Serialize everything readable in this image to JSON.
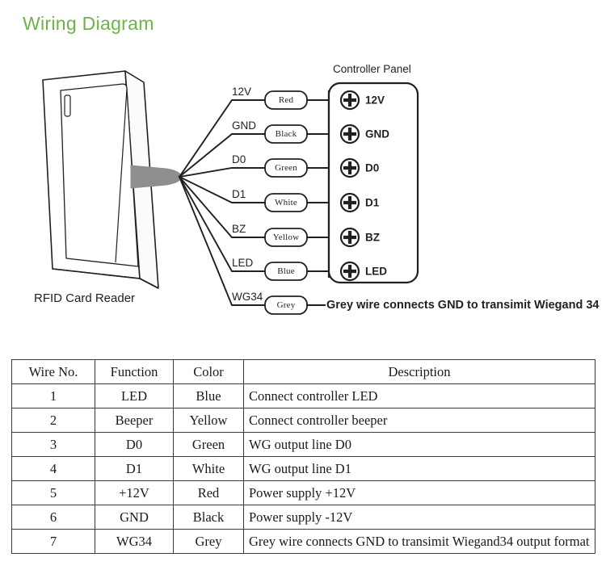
{
  "title": "Wiring Diagram",
  "diagram": {
    "reader_caption": "RFID Card Reader",
    "panel_title": "Controller Panel",
    "grey_note": "Grey wire connects GND to transimit Wiegand 34",
    "wires": [
      {
        "signal": "12V",
        "color_label": "Red",
        "terminal": "12V",
        "hex": "#d0021b"
      },
      {
        "signal": "GND",
        "color_label": "Black",
        "terminal": "GND",
        "hex": "#1a1a1a"
      },
      {
        "signal": "D0",
        "color_label": "Green",
        "terminal": "D0",
        "hex": "#2e9b3e"
      },
      {
        "signal": "D1",
        "color_label": "White",
        "terminal": "D1",
        "hex": "#ffffff"
      },
      {
        "signal": "BZ",
        "color_label": "Yellow",
        "terminal": "BZ",
        "hex": "#f2c200"
      },
      {
        "signal": "LED",
        "color_label": "Blue",
        "terminal": "LED",
        "hex": "#1f5fbf"
      },
      {
        "signal": "WG34",
        "color_label": "Grey",
        "terminal": "",
        "hex": "#9b9b9b"
      }
    ]
  },
  "table": {
    "headers": [
      "Wire No.",
      "Function",
      "Color",
      "Description"
    ],
    "rows": [
      {
        "no": "1",
        "function": "LED",
        "color": "Blue",
        "description": "Connect controller LED"
      },
      {
        "no": "2",
        "function": "Beeper",
        "color": "Yellow",
        "description": "Connect controller beeper"
      },
      {
        "no": "3",
        "function": "D0",
        "color": "Green",
        "description": "WG output line D0"
      },
      {
        "no": "4",
        "function": "D1",
        "color": "White",
        "description": "WG output line D1"
      },
      {
        "no": "5",
        "function": "+12V",
        "color": "Red",
        "description": "Power supply +12V"
      },
      {
        "no": "6",
        "function": "GND",
        "color": "Black",
        "description": "Power supply -12V"
      },
      {
        "no": "7",
        "function": "WG34",
        "color": "Grey",
        "description": "Grey wire connects GND to transimit Wiegand34 output format"
      }
    ]
  },
  "colors": {
    "title_green": "#6eb24a",
    "line": "#231f20",
    "cable_grey": "#8e8e8e"
  }
}
